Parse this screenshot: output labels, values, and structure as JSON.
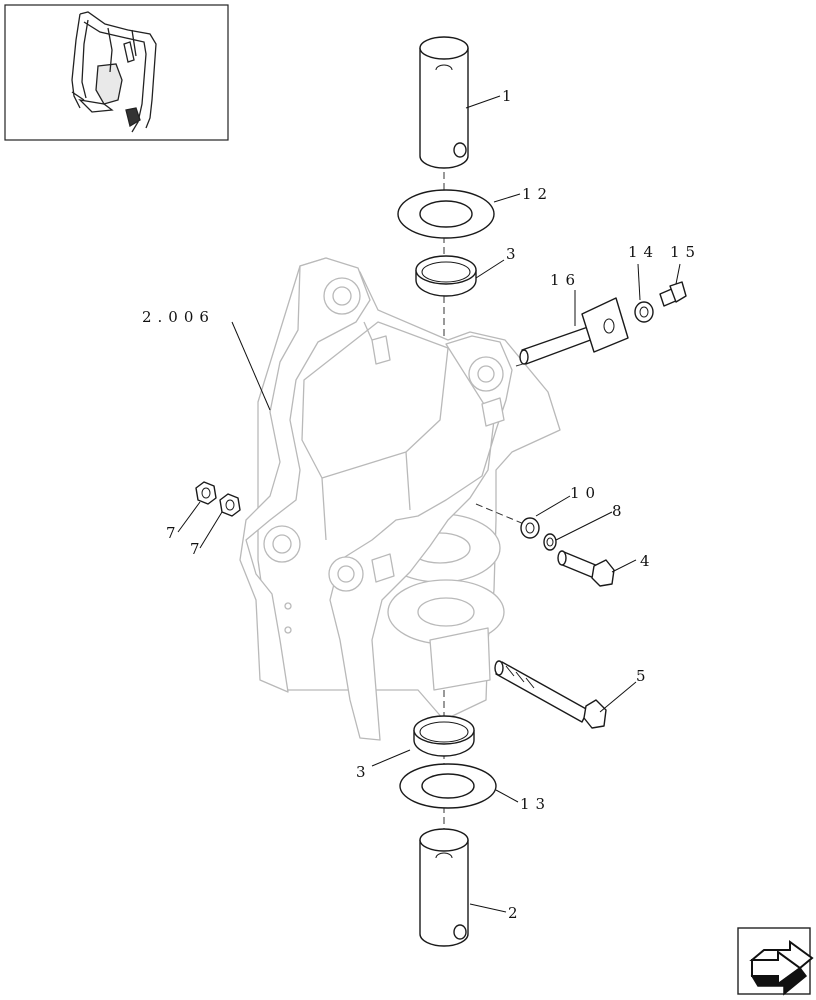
{
  "callouts": {
    "c1": "1",
    "c12": "12",
    "c3_top": "3",
    "c14": "14",
    "c15": "15",
    "c16": "16",
    "c2006": "2.006",
    "c10": "10",
    "c8": "8",
    "c4": "4",
    "c7a": "7",
    "c7b": "7",
    "c5": "5",
    "c3_bottom": "3",
    "c13": "13",
    "c2": "2"
  },
  "icons": {
    "thumbnail": "excavator-boom-thumbnail-icon",
    "navigation": "next-page-arrow-icon"
  },
  "colors": {
    "part_outline": "#1a1a1a",
    "context_outline": "#b9b9b9",
    "background": "#ffffff"
  }
}
